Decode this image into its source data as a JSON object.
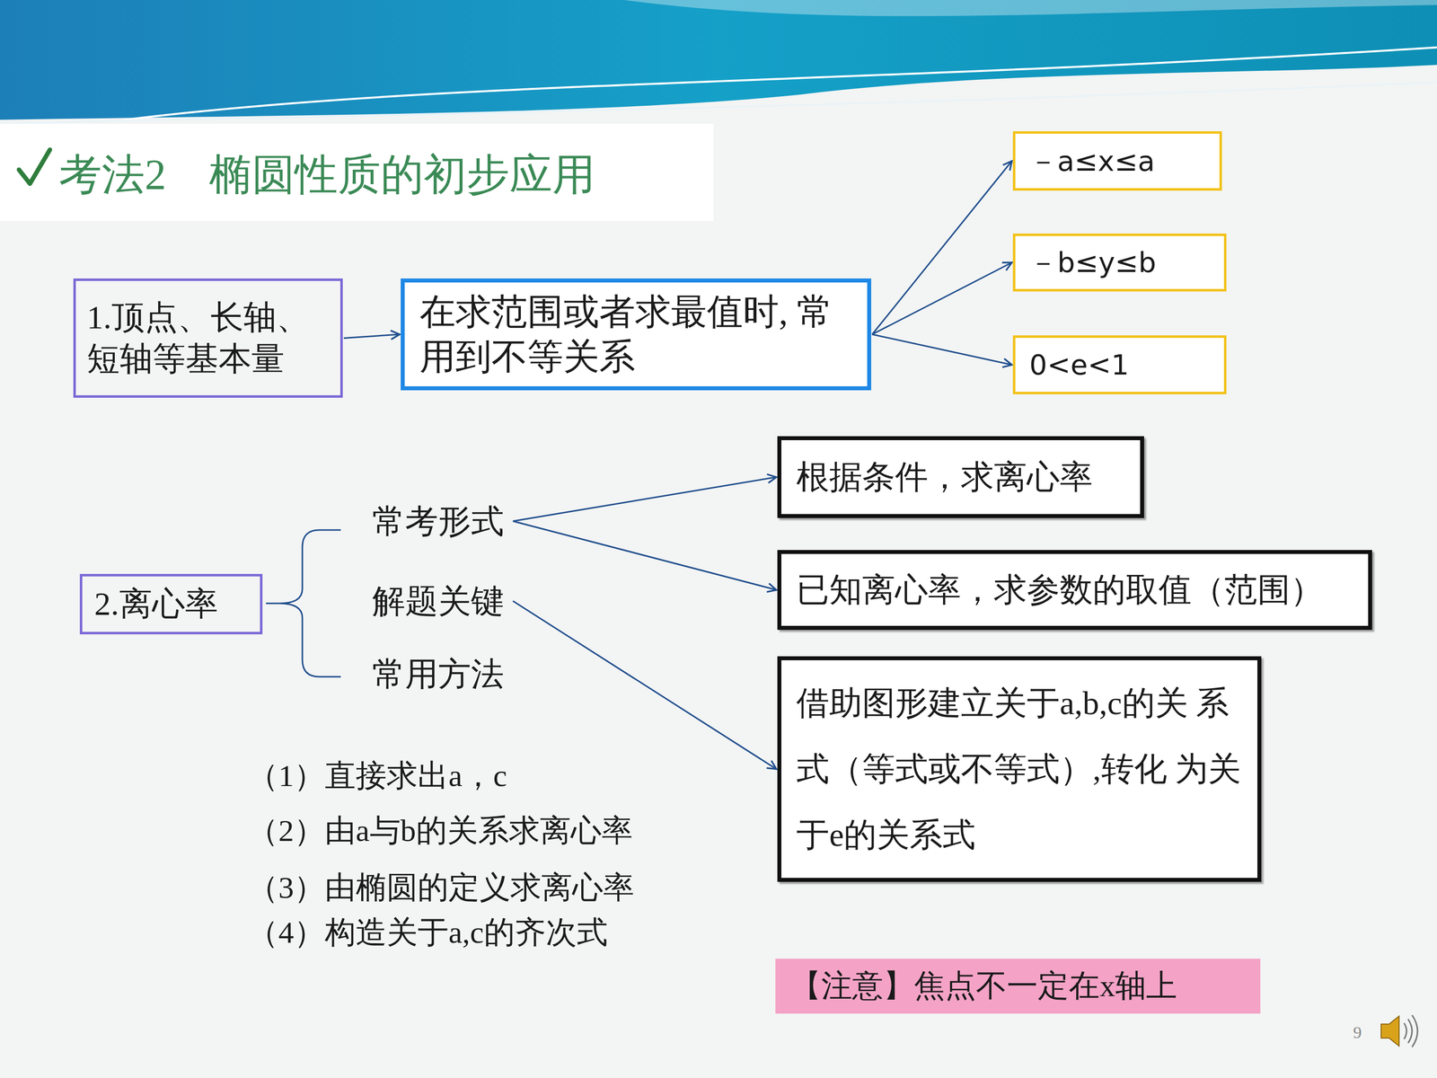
{
  "diagram": {
    "title": "考法2　椭圆性质的初步应用",
    "nodes": [
      {
        "text": [
          "1.顶点、长轴、 短轴等基本量"
        ]
      },
      {
        "text": [
          "在求范围或者求最值时, 常用到不等关系"
        ]
      },
      {
        "text": [
          "－a≤x≤a"
        ]
      },
      {
        "text": [
          "－b≤y≤b"
        ]
      },
      {
        "text": [
          "0<e<1"
        ]
      },
      {
        "text": [
          "2.离心率"
        ]
      },
      {
        "text": [
          "常考形式"
        ]
      },
      {
        "text": [
          "解题关键"
        ]
      },
      {
        "text": [
          "常用方法"
        ]
      },
      {
        "text": [
          "根据条件，求离心率"
        ]
      },
      {
        "text": [
          "已知离心率，求参数的取值（范围）"
        ]
      },
      {
        "text": [
          "借助图形建立关于a,b,c的关 系式（等式或不等式）,转化 为关于e的关系式"
        ]
      },
      {
        "text": [
          "【注意】焦点不一定在x轴上"
        ]
      }
    ],
    "edges": [
      {
        "from": 0,
        "to": 1,
        "arrow": "to"
      },
      {
        "from": 1,
        "to": 2,
        "arrow": "to"
      },
      {
        "from": 1,
        "to": 3,
        "arrow": "to"
      },
      {
        "from": 1,
        "to": 4,
        "arrow": "to"
      },
      {
        "from": 6,
        "to": 9,
        "arrow": "to"
      },
      {
        "from": 6,
        "to": 10,
        "arrow": "to"
      },
      {
        "from": 7,
        "to": 11,
        "arrow": "to"
      }
    ],
    "labels": [
      "（1）直接求出a，c",
      "（2）由a与b的关系求离心率",
      "（3）由椭圆的定义求离心率",
      "（4）构造关于a,c的齐次式",
      "9"
    ]
  }
}
